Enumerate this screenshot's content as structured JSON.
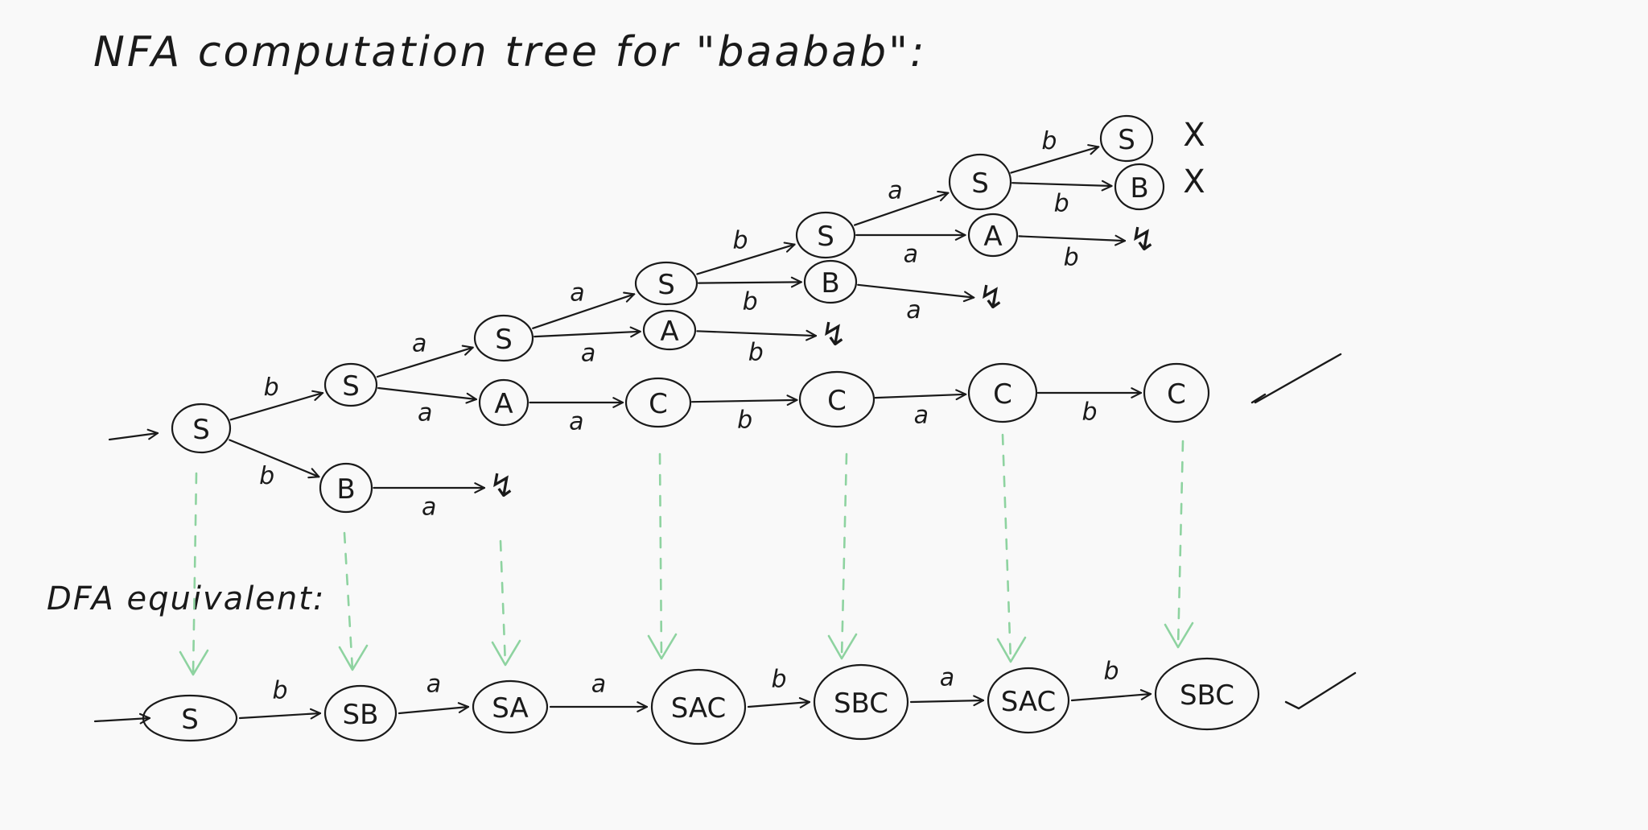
{
  "title": "NFA computation tree for \"baabab\":",
  "dfa_heading": "DFA equivalent:",
  "nfa": {
    "start": {
      "state": "S"
    },
    "nodes": [
      {
        "id": "n0",
        "state": "S"
      },
      {
        "id": "n1",
        "state": "S"
      },
      {
        "id": "n2",
        "state": "B"
      },
      {
        "id": "n3",
        "state": "S"
      },
      {
        "id": "n4",
        "state": "A"
      },
      {
        "id": "n5",
        "state": "S"
      },
      {
        "id": "n6",
        "state": "A"
      },
      {
        "id": "n7",
        "state": "C"
      },
      {
        "id": "n8",
        "state": "S"
      },
      {
        "id": "n9",
        "state": "B"
      },
      {
        "id": "n10",
        "state": "C"
      },
      {
        "id": "n11",
        "state": "S"
      },
      {
        "id": "n12",
        "state": "A"
      },
      {
        "id": "n13",
        "state": "C"
      },
      {
        "id": "n14",
        "state": "S"
      },
      {
        "id": "n15",
        "state": "B"
      },
      {
        "id": "n16",
        "state": "C"
      }
    ],
    "edges": [
      {
        "from": "n0",
        "to": "n1",
        "label": "b"
      },
      {
        "from": "n0",
        "to": "n2",
        "label": "b"
      },
      {
        "from": "n2",
        "to": "dead1",
        "label": "a"
      },
      {
        "from": "n1",
        "to": "n3",
        "label": "a"
      },
      {
        "from": "n1",
        "to": "n4",
        "label": "a"
      },
      {
        "from": "n3",
        "to": "n5",
        "label": "a"
      },
      {
        "from": "n3",
        "to": "n6",
        "label": "a"
      },
      {
        "from": "n4",
        "to": "n7",
        "label": "a"
      },
      {
        "from": "n6",
        "to": "dead2",
        "label": "b"
      },
      {
        "from": "n5",
        "to": "n8",
        "label": "b"
      },
      {
        "from": "n5",
        "to": "n9",
        "label": "b"
      },
      {
        "from": "n7",
        "to": "n10",
        "label": "b"
      },
      {
        "from": "n9",
        "to": "dead3",
        "label": "a"
      },
      {
        "from": "n8",
        "to": "n11",
        "label": "a"
      },
      {
        "from": "n8",
        "to": "n12",
        "label": "a"
      },
      {
        "from": "n10",
        "to": "n13",
        "label": "a"
      },
      {
        "from": "n12",
        "to": "dead4",
        "label": "b"
      },
      {
        "from": "n11",
        "to": "n14",
        "label": "b"
      },
      {
        "from": "n11",
        "to": "n15",
        "label": "b"
      },
      {
        "from": "n13",
        "to": "n16",
        "label": "b"
      }
    ],
    "dead_marker": "↯",
    "reject_marker": "X",
    "accept_marker": "✓"
  },
  "dfa": {
    "states": [
      "S",
      "SB",
      "SA",
      "SAC",
      "SBC",
      "SAC",
      "SBC"
    ],
    "labels": [
      "b",
      "a",
      "a",
      "b",
      "a",
      "b"
    ]
  },
  "colors": {
    "ink": "#1a1a1a",
    "mapping": "#8ed3a0",
    "background": "#f9f9f9"
  }
}
